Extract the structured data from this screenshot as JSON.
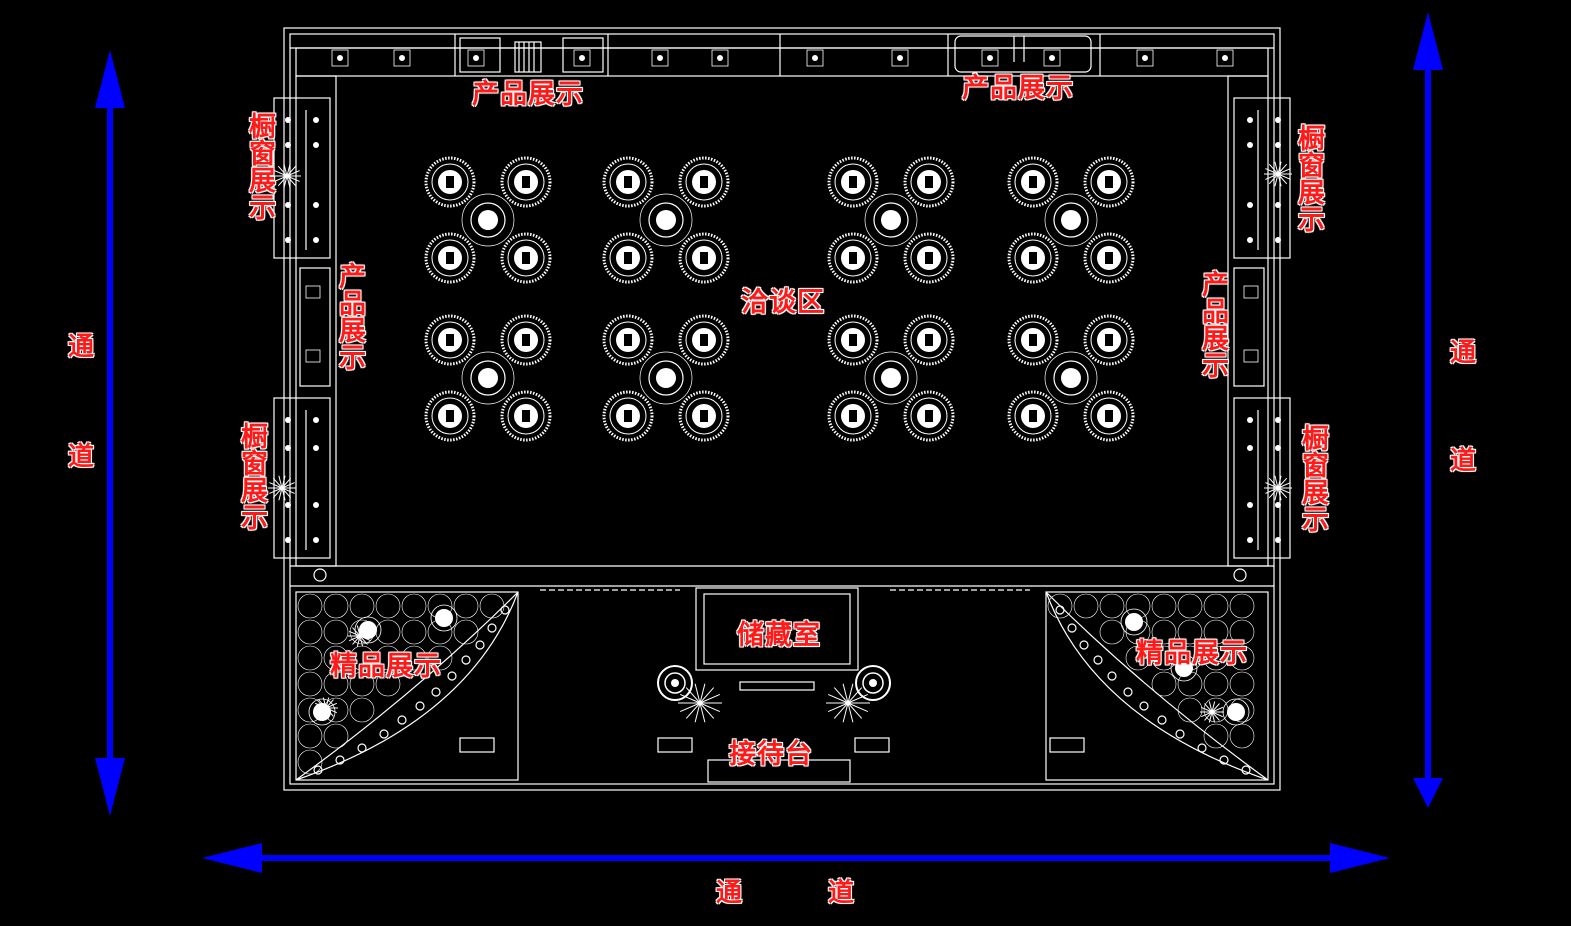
{
  "plan": {
    "line_color": "#ffffff",
    "background": "#000000",
    "label_color": "#ff1a1a",
    "arrow_color": "#0000ff"
  },
  "labels": {
    "product_top_left": "产品展示",
    "product_top_right": "产品展示",
    "window_left_top": "橱窗展示",
    "window_left_bottom": "橱窗展示",
    "window_right_top": "橱窗展示",
    "window_right_bottom": "橱窗展示",
    "product_left": "产品展示",
    "product_right": "产品展示",
    "negotiation": "洽谈区",
    "storage": "储藏室",
    "boutique_left": "精品展示",
    "boutique_right": "精品展示",
    "reception": "接待台"
  },
  "aisles": {
    "left_1": "通",
    "left_2": "道",
    "right_1": "通",
    "right_2": "道",
    "bottom_1": "通",
    "bottom_2": "道"
  }
}
